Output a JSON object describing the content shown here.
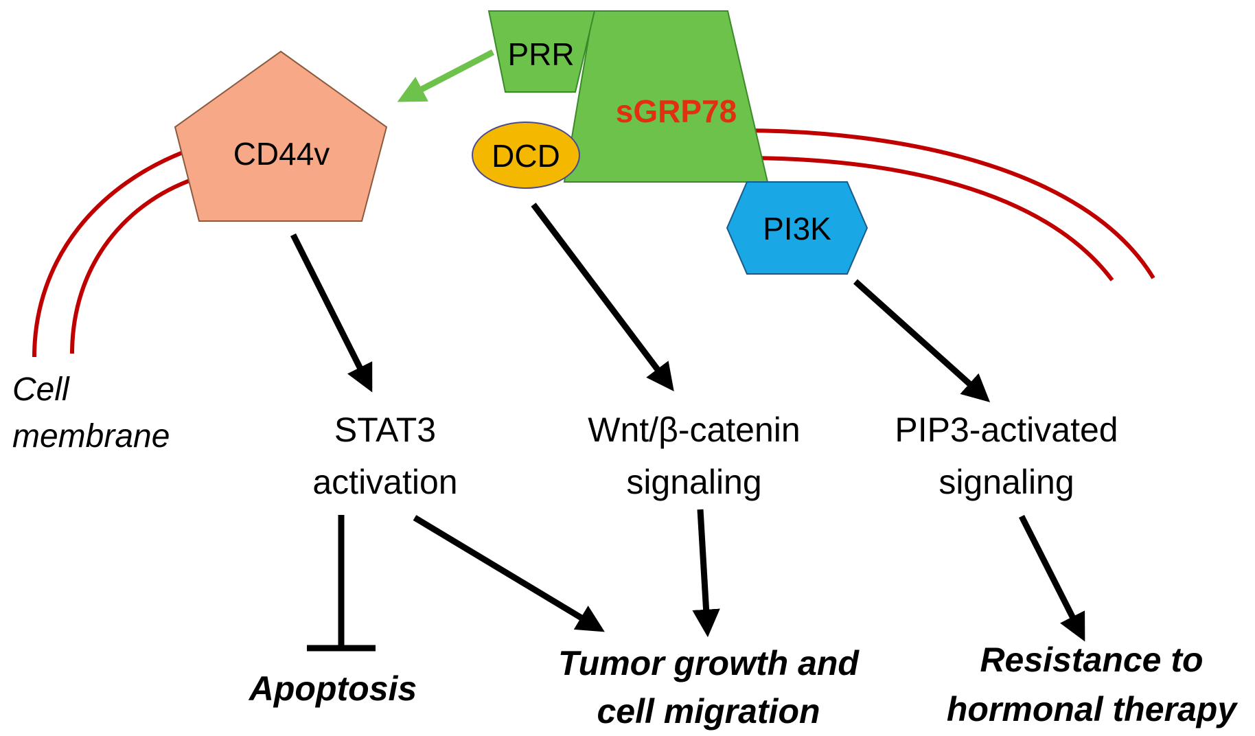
{
  "nodes": {
    "prr": "PRR",
    "sgrp78": "sGRP78",
    "cd44v": "CD44v",
    "dcd": "DCD",
    "pi3k": "PI3K"
  },
  "pathways": {
    "stat3": [
      "STAT3",
      "activation"
    ],
    "wnt": [
      "Wnt/β-catenin",
      "signaling"
    ],
    "pip3": [
      "PIP3-activated",
      "signaling"
    ]
  },
  "outcomes": {
    "apoptosis": "Apoptosis",
    "tumor": [
      "Tumor growth and",
      "cell migration"
    ],
    "resistance": [
      "Resistance to",
      "hormonal therapy"
    ]
  },
  "membrane_label": [
    "Cell",
    "membrane"
  ],
  "colors": {
    "membrane": "#c00000",
    "prr": "#6cc24a",
    "sgrp78": "#6cc24a",
    "sgrp78_text": "#e03010",
    "cd44v": "#f7a887",
    "dcd": "#f5b800",
    "pi3k": "#1aa7e6",
    "activation_arrow": "#6cc24a"
  }
}
